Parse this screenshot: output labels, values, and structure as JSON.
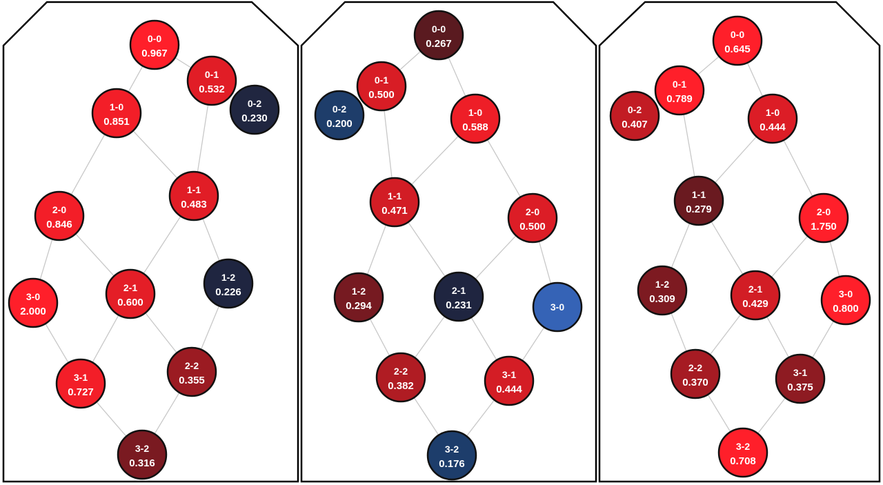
{
  "colors": {
    "background": "#ffffff",
    "border": "#000000",
    "edge": "#c8c8c8",
    "node_stroke": "#111111",
    "text": "#ffffff"
  },
  "panels": [
    {
      "nodes": [
        {
          "id": "0-0",
          "label": "0-0",
          "value": "0.967",
          "color": "#ff1f2a"
        },
        {
          "id": "0-1",
          "label": "0-1",
          "value": "0.532",
          "color": "#e11d26"
        },
        {
          "id": "0-2",
          "label": "0-2",
          "value": "0.230",
          "color": "#202640"
        },
        {
          "id": "1-0",
          "label": "1-0",
          "value": "0.851",
          "color": "#f31e28"
        },
        {
          "id": "1-1",
          "label": "1-1",
          "value": "0.483",
          "color": "#e11d26"
        },
        {
          "id": "1-2",
          "label": "1-2",
          "value": "0.226",
          "color": "#1f2540"
        },
        {
          "id": "2-0",
          "label": "2-0",
          "value": "0.846",
          "color": "#f31e28"
        },
        {
          "id": "2-1",
          "label": "2-1",
          "value": "0.600",
          "color": "#e41e27"
        },
        {
          "id": "2-2",
          "label": "2-2",
          "value": "0.355",
          "color": "#9b1b22"
        },
        {
          "id": "3-0",
          "label": "3-0",
          "value": "2.000",
          "color": "#ff1f2a"
        },
        {
          "id": "3-1",
          "label": "3-1",
          "value": "0.727",
          "color": "#f31e28"
        },
        {
          "id": "3-2",
          "label": "3-2",
          "value": "0.316",
          "color": "#7a1a21"
        }
      ],
      "edges": [
        [
          "0-0",
          "1-0"
        ],
        [
          "0-0",
          "0-1"
        ],
        [
          "0-1",
          "1-1"
        ],
        [
          "1-0",
          "2-0"
        ],
        [
          "1-0",
          "1-1"
        ],
        [
          "1-1",
          "2-1"
        ],
        [
          "1-1",
          "1-2"
        ],
        [
          "2-0",
          "3-0"
        ],
        [
          "2-0",
          "2-1"
        ],
        [
          "2-1",
          "3-1"
        ],
        [
          "2-1",
          "2-2"
        ],
        [
          "1-2",
          "2-2"
        ],
        [
          "3-0",
          "3-1"
        ],
        [
          "3-1",
          "3-2"
        ],
        [
          "2-2",
          "3-2"
        ]
      ]
    },
    {
      "nodes": [
        {
          "id": "0-0",
          "label": "0-0",
          "value": "0.267",
          "color": "#5a1a20"
        },
        {
          "id": "0-1",
          "label": "0-1",
          "value": "0.500",
          "color": "#d81d25"
        },
        {
          "id": "0-2",
          "label": "0-2",
          "value": "0.200",
          "color": "#1e3d6a"
        },
        {
          "id": "1-0",
          "label": "1-0",
          "value": "0.588",
          "color": "#ee1e27"
        },
        {
          "id": "1-1",
          "label": "1-1",
          "value": "0.471",
          "color": "#d21d25"
        },
        {
          "id": "1-2",
          "label": "1-2",
          "value": "0.294",
          "color": "#761a21"
        },
        {
          "id": "2-0",
          "label": "2-0",
          "value": "0.500",
          "color": "#dc1d26"
        },
        {
          "id": "2-1",
          "label": "2-1",
          "value": "0.231",
          "color": "#1f2540"
        },
        {
          "id": "2-2",
          "label": "2-2",
          "value": "0.382",
          "color": "#b01c23"
        },
        {
          "id": "3-0",
          "label": "3-0",
          "value": "",
          "color": "#3563b6"
        },
        {
          "id": "3-1",
          "label": "3-1",
          "value": "0.444",
          "color": "#d41d25"
        },
        {
          "id": "3-2",
          "label": "3-2",
          "value": "0.176",
          "color": "#1d3d6b"
        }
      ],
      "edges": [
        [
          "0-0",
          "0-1"
        ],
        [
          "0-0",
          "1-0"
        ],
        [
          "0-1",
          "1-1"
        ],
        [
          "1-0",
          "1-1"
        ],
        [
          "1-0",
          "2-0"
        ],
        [
          "1-1",
          "1-2"
        ],
        [
          "1-1",
          "2-1"
        ],
        [
          "2-0",
          "2-1"
        ],
        [
          "2-0",
          "3-0"
        ],
        [
          "1-2",
          "2-2"
        ],
        [
          "2-1",
          "2-2"
        ],
        [
          "2-1",
          "3-1"
        ],
        [
          "3-0",
          "3-1"
        ],
        [
          "2-2",
          "3-2"
        ],
        [
          "3-1",
          "3-2"
        ]
      ]
    },
    {
      "nodes": [
        {
          "id": "0-0",
          "label": "0-0",
          "value": "0.645",
          "color": "#ff1f2a"
        },
        {
          "id": "0-1",
          "label": "0-1",
          "value": "0.789",
          "color": "#ff1f2a"
        },
        {
          "id": "0-2",
          "label": "0-2",
          "value": "0.407",
          "color": "#c21c24"
        },
        {
          "id": "1-0",
          "label": "1-0",
          "value": "0.444",
          "color": "#dc1d26"
        },
        {
          "id": "1-1",
          "label": "1-1",
          "value": "0.279",
          "color": "#6a1a20"
        },
        {
          "id": "1-2",
          "label": "1-2",
          "value": "0.309",
          "color": "#7d1a21"
        },
        {
          "id": "2-0",
          "label": "2-0",
          "value": "1.750",
          "color": "#ff1f2a"
        },
        {
          "id": "2-1",
          "label": "2-1",
          "value": "0.429",
          "color": "#d21d25"
        },
        {
          "id": "2-2",
          "label": "2-2",
          "value": "0.370",
          "color": "#a61b23"
        },
        {
          "id": "3-0",
          "label": "3-0",
          "value": "0.800",
          "color": "#ff1f2a"
        },
        {
          "id": "3-1",
          "label": "3-1",
          "value": "0.375",
          "color": "#8e1b22"
        },
        {
          "id": "3-2",
          "label": "3-2",
          "value": "0.708",
          "color": "#ff1f2a"
        }
      ],
      "edges": [
        [
          "0-0",
          "0-1"
        ],
        [
          "0-0",
          "1-0"
        ],
        [
          "0-1",
          "1-1"
        ],
        [
          "1-0",
          "1-1"
        ],
        [
          "1-0",
          "2-0"
        ],
        [
          "1-1",
          "1-2"
        ],
        [
          "1-1",
          "2-1"
        ],
        [
          "2-0",
          "2-1"
        ],
        [
          "2-0",
          "3-0"
        ],
        [
          "1-2",
          "2-2"
        ],
        [
          "2-1",
          "2-2"
        ],
        [
          "2-1",
          "3-1"
        ],
        [
          "3-0",
          "3-1"
        ],
        [
          "2-2",
          "3-2"
        ],
        [
          "3-1",
          "3-2"
        ]
      ]
    }
  ]
}
